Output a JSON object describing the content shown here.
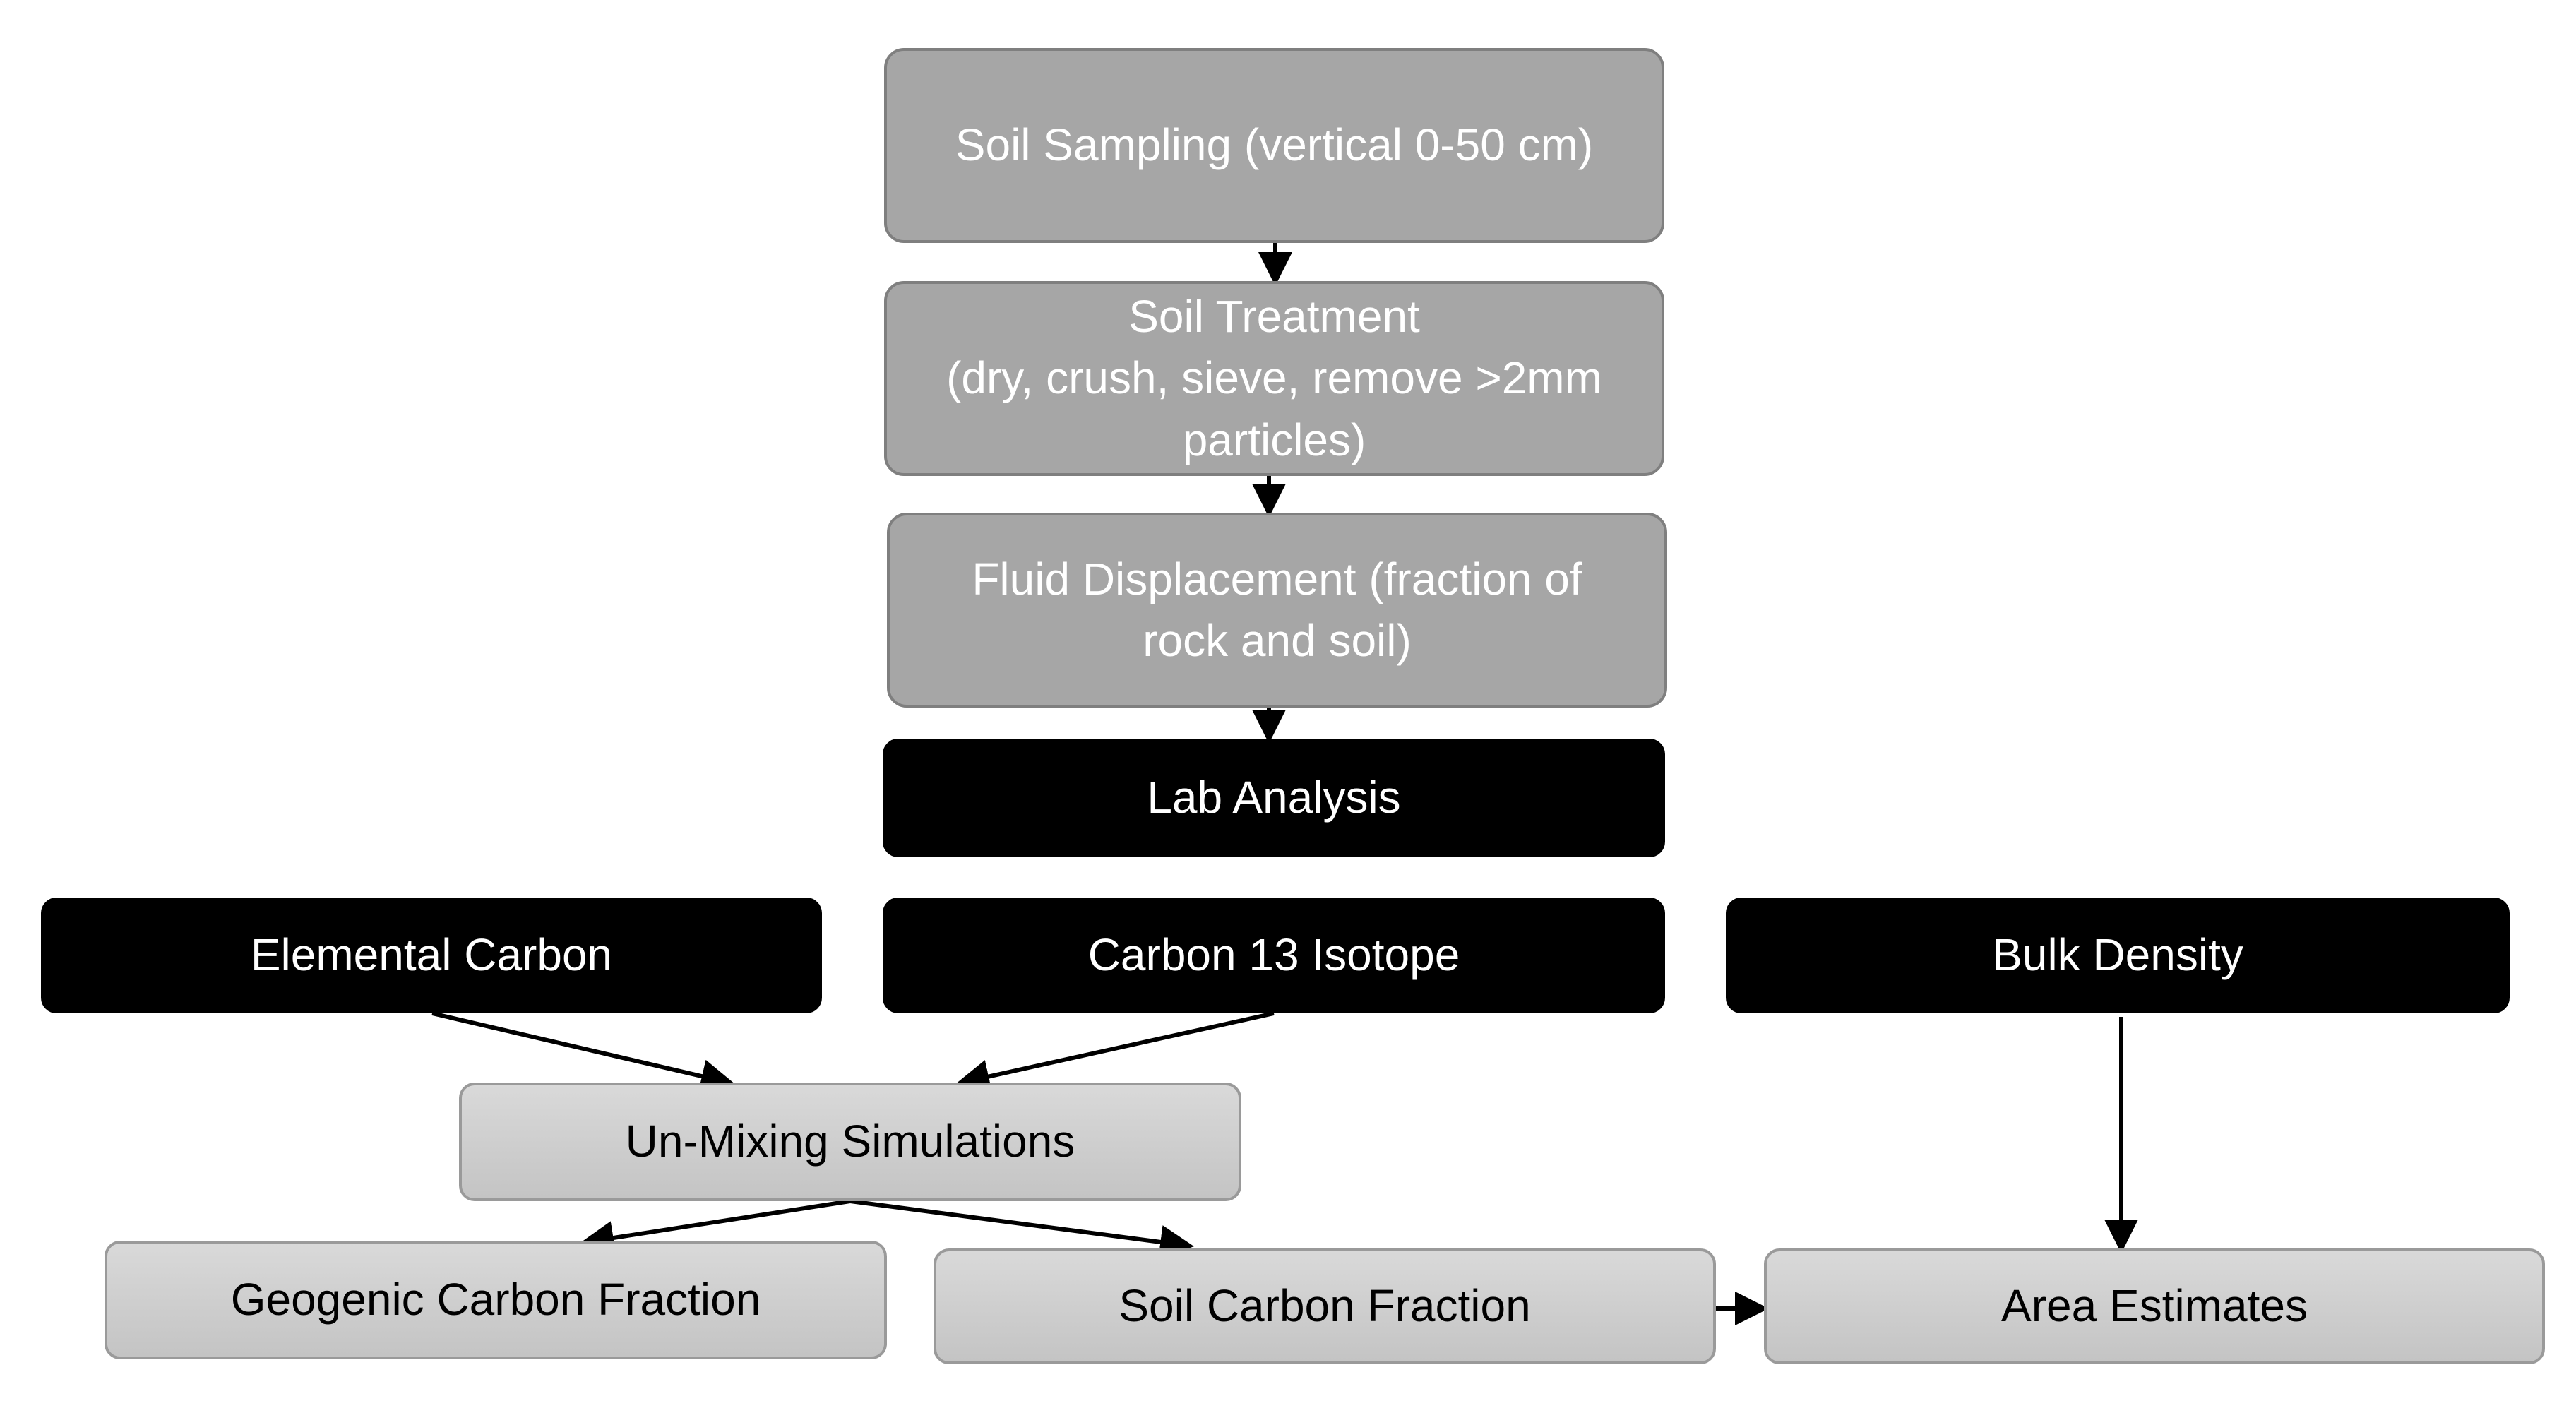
{
  "diagram": {
    "nodes": [
      {
        "id": "soil-sampling",
        "label": "Soil Sampling (vertical 0-50 cm)",
        "style": "gray"
      },
      {
        "id": "soil-treatment",
        "label": "Soil Treatment\n(dry, crush, sieve, remove >2mm\nparticles)",
        "style": "gray"
      },
      {
        "id": "fluid-displace",
        "label": "Fluid Displacement (fraction of\nrock and soil)",
        "style": "gray"
      },
      {
        "id": "lab-analysis",
        "label": "Lab Analysis",
        "style": "black"
      },
      {
        "id": "elemental",
        "label": "Elemental Carbon",
        "style": "black"
      },
      {
        "id": "carbon13",
        "label": "Carbon 13 Isotope",
        "style": "black"
      },
      {
        "id": "bulk-density",
        "label": "Bulk Density",
        "style": "black"
      },
      {
        "id": "unmixing",
        "label": "Un-Mixing Simulations",
        "style": "light"
      },
      {
        "id": "geogenic",
        "label": "Geogenic Carbon Fraction",
        "style": "light"
      },
      {
        "id": "soil-carbon",
        "label": "Soil Carbon Fraction",
        "style": "light"
      },
      {
        "id": "area",
        "label": "Area Estimates",
        "style": "light"
      }
    ],
    "edges": [
      {
        "from": "soil-sampling",
        "to": "soil-treatment"
      },
      {
        "from": "soil-treatment",
        "to": "fluid-displace"
      },
      {
        "from": "fluid-displace",
        "to": "lab-analysis"
      },
      {
        "from": "elemental",
        "to": "unmixing"
      },
      {
        "from": "carbon13",
        "to": "unmixing"
      },
      {
        "from": "unmixing",
        "to": "geogenic"
      },
      {
        "from": "unmixing",
        "to": "soil-carbon"
      },
      {
        "from": "soil-carbon",
        "to": "area"
      },
      {
        "from": "bulk-density",
        "to": "area"
      }
    ],
    "colors": {
      "step_fill": "#a6a6a6",
      "analysis_fill": "#000000",
      "result_fill": "#d0d0d0",
      "arrow": "#000000"
    }
  }
}
